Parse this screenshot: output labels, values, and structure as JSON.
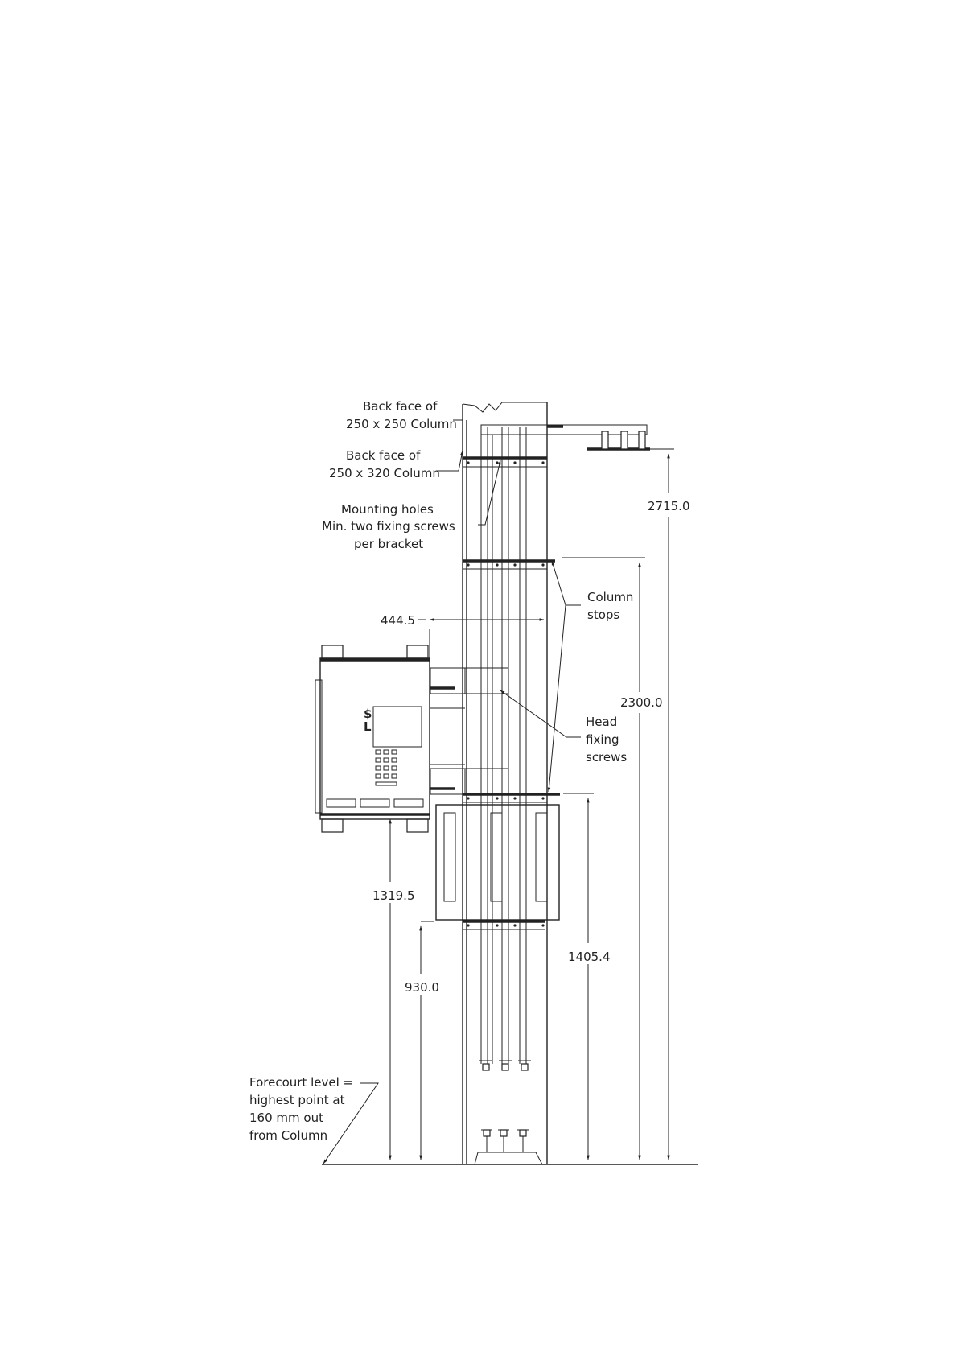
{
  "labels": {
    "back_face_250_line1": "Back face of",
    "back_face_250_line2": "250 x 250 Column",
    "back_face_320_line1": "Back face of",
    "back_face_320_line2": "250 x 320 Column",
    "mounting_line1": "Mounting holes",
    "mounting_line2": "Min. two fixing screws",
    "mounting_line3": "per bracket",
    "column_stops_line1": "Column",
    "column_stops_line2": "stops",
    "head_fixing_line1": "Head",
    "head_fixing_line2": "fixing",
    "head_fixing_line3": "screws",
    "forecourt_line1": "Forecourt level =",
    "forecourt_line2": "highest point at",
    "forecourt_line3": "160 mm out",
    "forecourt_line4": "from Column",
    "dispenser_currency": "$",
    "dispenser_unit": "L"
  },
  "dimensions": {
    "d_2715": "2715.0",
    "d_2300": "2300.0",
    "d_444": "444.5",
    "d_1319": "1319.5",
    "d_930": "930.0",
    "d_1405": "1405.4"
  }
}
